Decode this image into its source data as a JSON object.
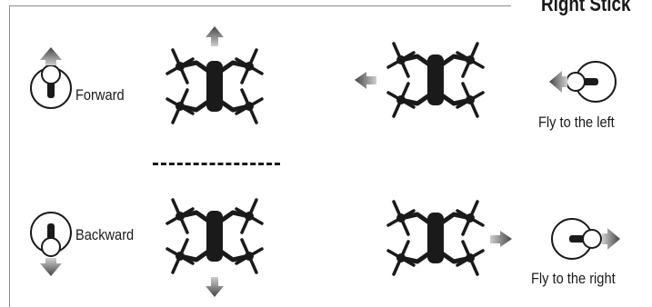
{
  "title": "Right Stick",
  "panels": {
    "forward": {
      "label": "Forward"
    },
    "backward": {
      "label": "Backward"
    },
    "left": {
      "label": "Fly to the left"
    },
    "right": {
      "label": "Fly to the right"
    }
  },
  "icons": [
    "drone-icon",
    "arrow-icon",
    "stick-icon"
  ]
}
